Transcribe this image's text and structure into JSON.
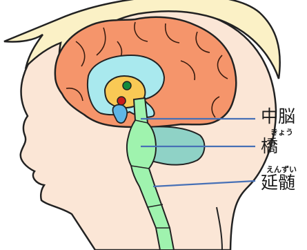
{
  "diagram": {
    "colors": {
      "skin": "#fbe6d6",
      "hair": "#fbf1c6",
      "cerebrum": "#f5956b",
      "ventricle": "#a9e9ee",
      "thalamus": "#f9c955",
      "brainstem": "#9ff3ae",
      "cerebellum": "#8fd2c6",
      "pointer_line": "#4670b6",
      "dot_green": "#148a3c",
      "dot_red": "#c81b1b",
      "outline": "#222222"
    },
    "labels": [
      {
        "id": "midbrain",
        "text": "中脳",
        "ruby": ""
      },
      {
        "id": "pons",
        "text": "橋",
        "ruby": "きょう"
      },
      {
        "id": "medulla",
        "text": "延髄",
        "ruby": "えんずい"
      }
    ]
  }
}
